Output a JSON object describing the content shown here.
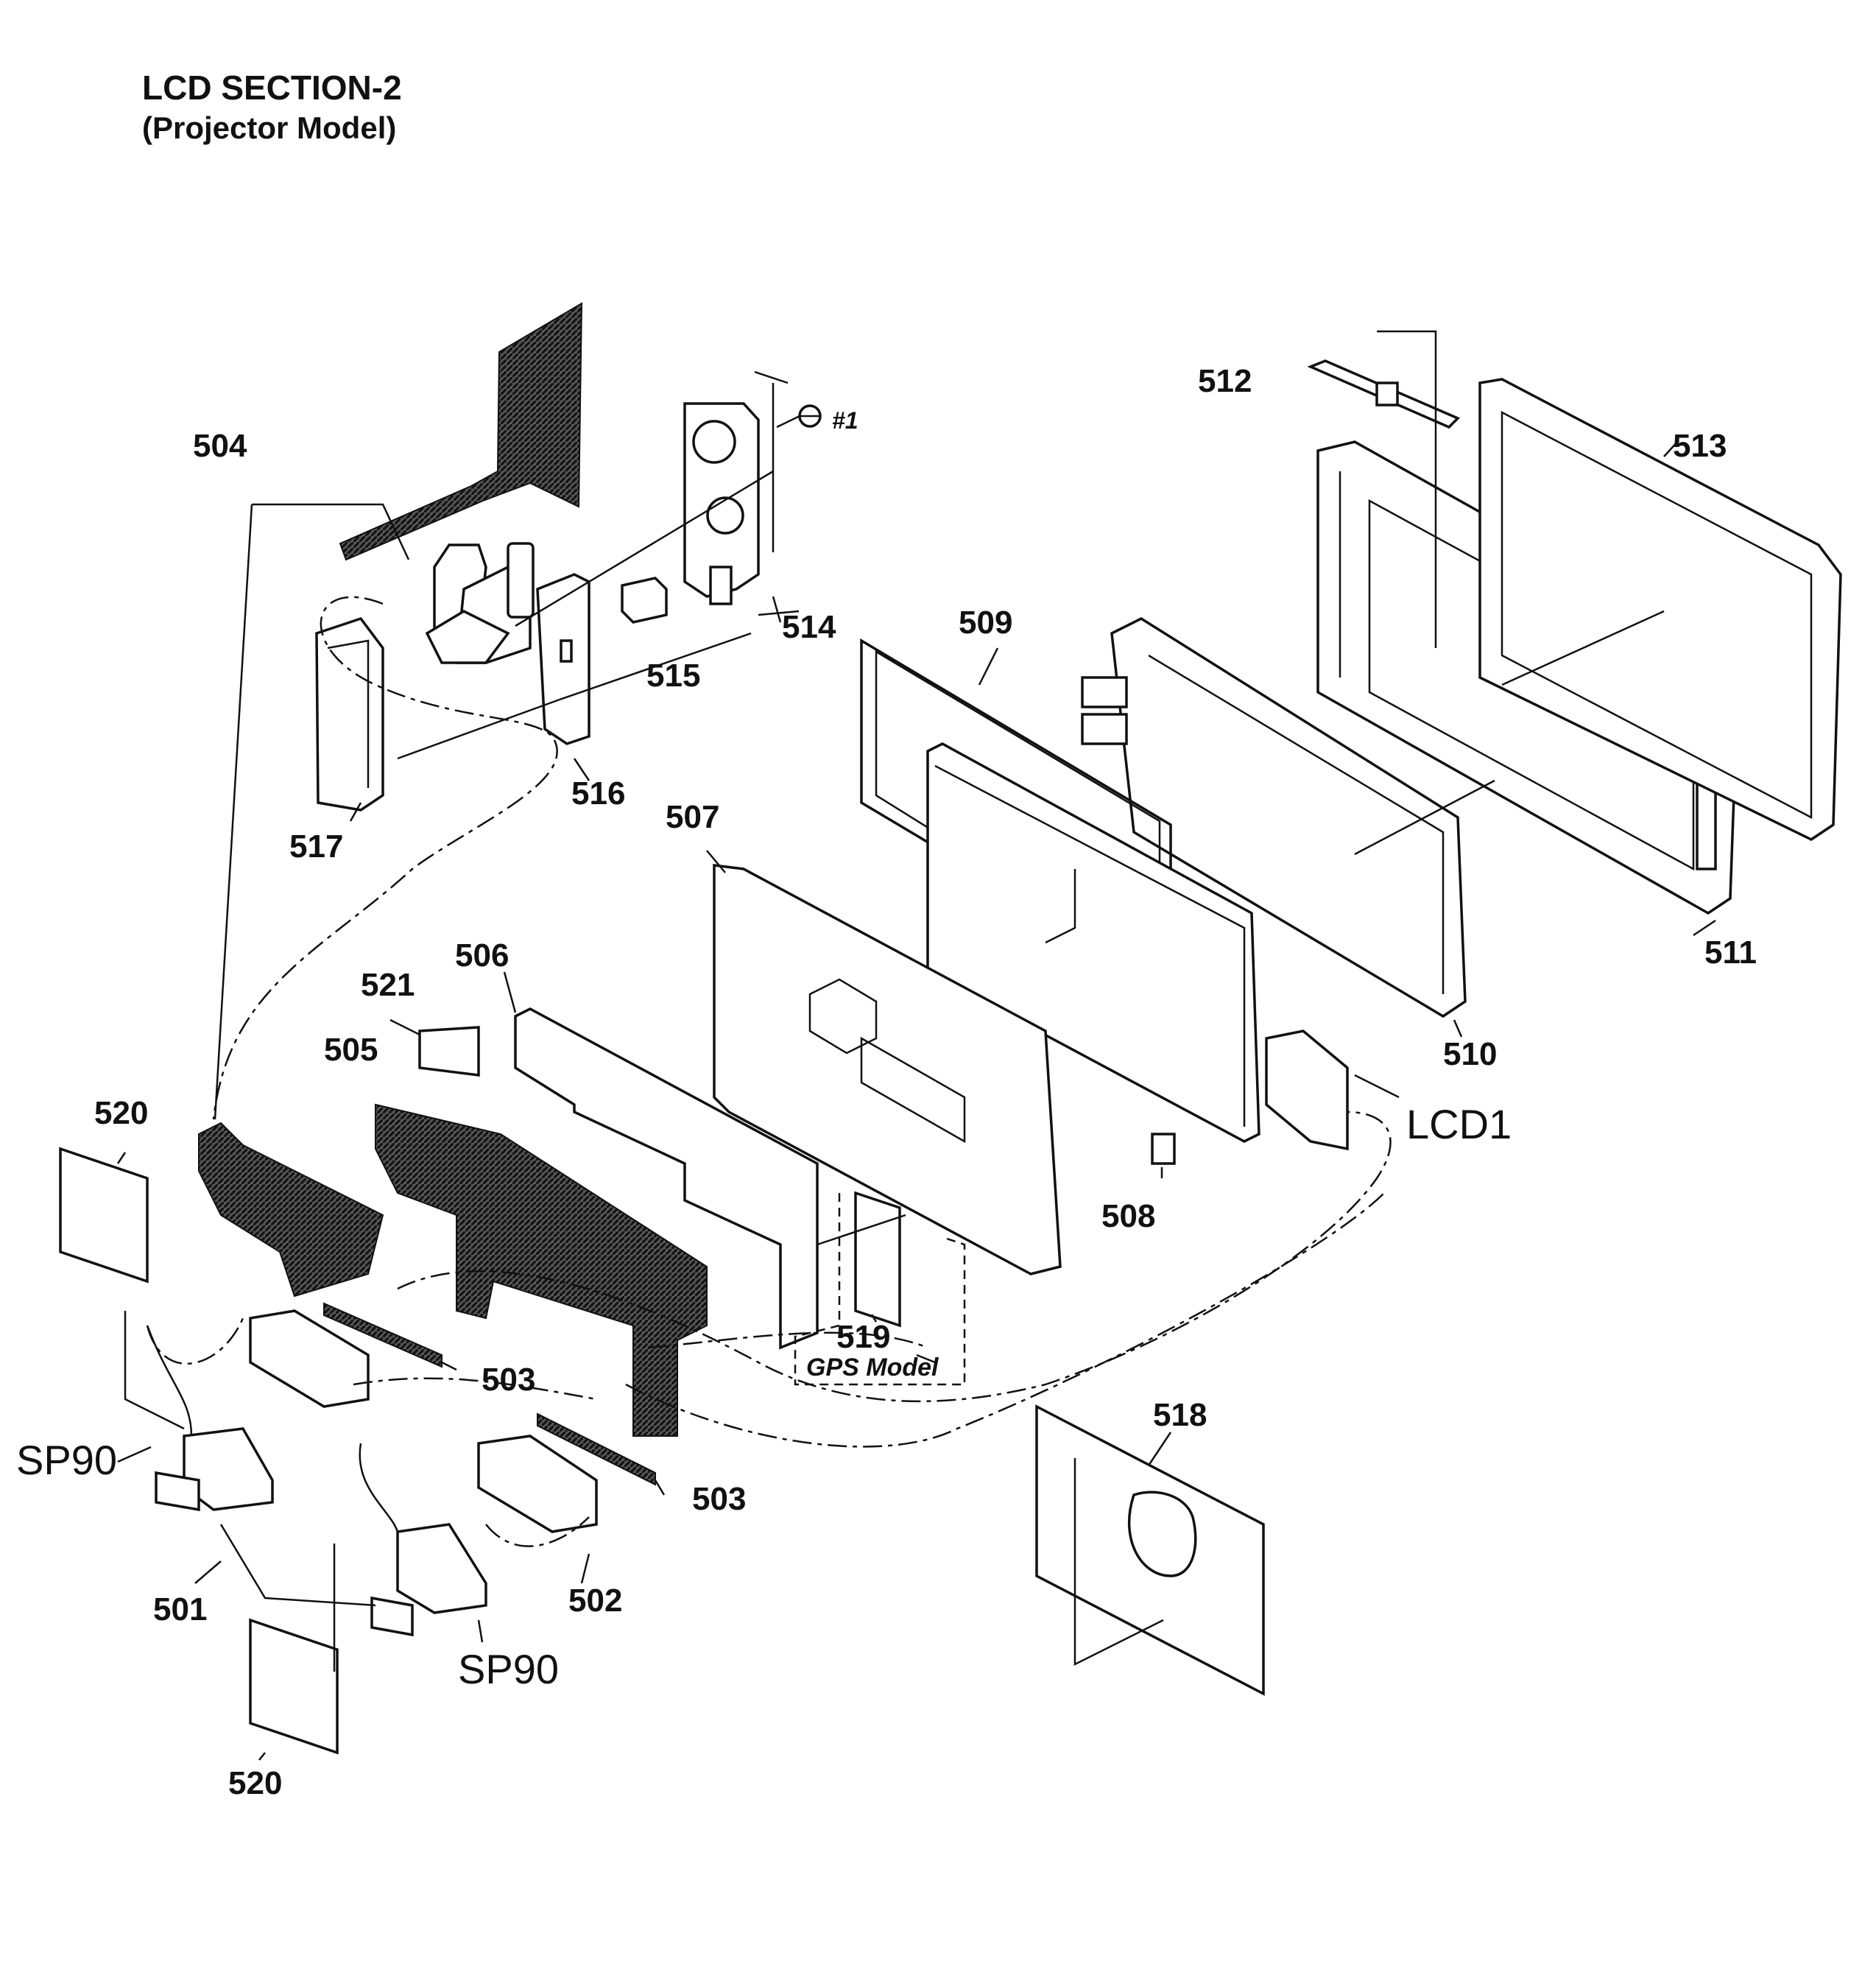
{
  "title": {
    "line1": "LCD SECTION-2",
    "line2": "(Projector Model)"
  },
  "parts": {
    "p501": "501",
    "p502": "502",
    "p503a": "503",
    "p503b": "503",
    "p504": "504",
    "p505": "505",
    "p506": "506",
    "p507": "507",
    "p508": "508",
    "p509": "509",
    "p510": "510",
    "p511": "511",
    "p512": "512",
    "p513": "513",
    "p514": "514",
    "p515": "515",
    "p516": "516",
    "p517": "517",
    "p518": "518",
    "p519": "519",
    "p520a": "520",
    "p520b": "520",
    "p521": "521"
  },
  "refs": {
    "lcd1": "LCD1",
    "sp90a": "SP90",
    "sp90b": "SP90"
  },
  "screw_label": "#1",
  "gps_label": "GPS Model"
}
